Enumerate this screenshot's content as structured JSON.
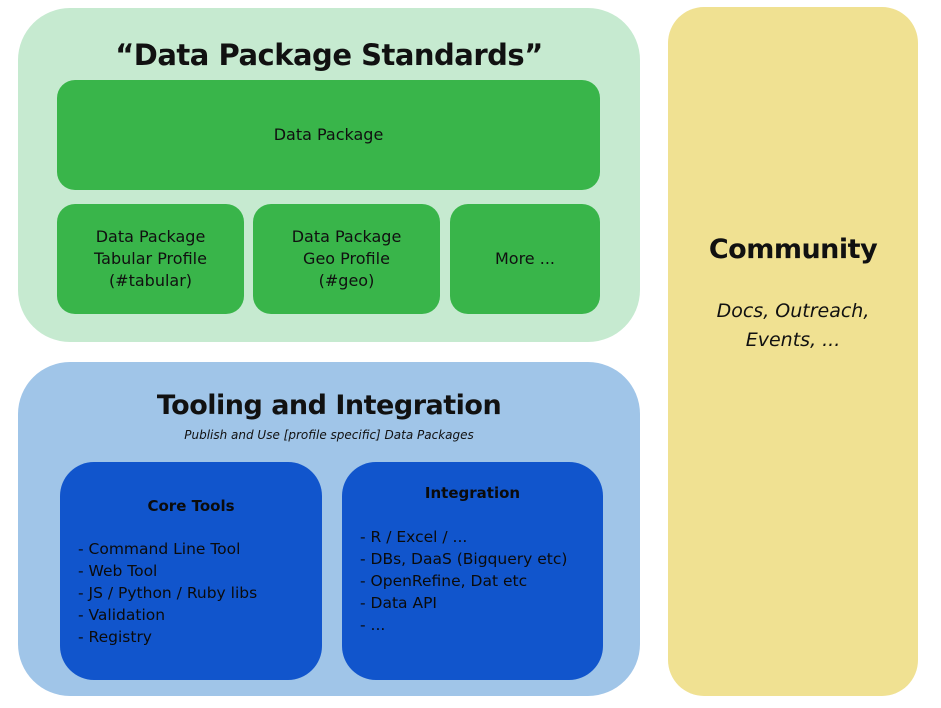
{
  "standards": {
    "title": "“Data Package Standards”",
    "main_box": "Data Package",
    "profiles": [
      {
        "label": "Data Package\nTabular Profile\n(#tabular)"
      },
      {
        "label": "Data Package\nGeo Profile\n(#geo)"
      },
      {
        "label": "More ..."
      }
    ],
    "colors": {
      "panel": "#c6ead0",
      "box": "#39b54a"
    }
  },
  "tooling": {
    "title": "Tooling and Integration",
    "subtitle": "Publish and Use [profile specific] Data Packages",
    "core_tools": {
      "title": "Core Tools",
      "items": [
        "Command Line Tool",
        "Web Tool",
        "JS / Python / Ruby libs",
        "Validation",
        "Registry"
      ]
    },
    "integration": {
      "title": "Integration",
      "items": [
        "R / Excel / ...",
        "DBs, DaaS (Bigquery etc)",
        "OpenRefine, Dat etc",
        "Data API",
        "..."
      ]
    },
    "colors": {
      "panel": "#a0c5e8",
      "box": "#1155cc"
    }
  },
  "community": {
    "title": "Community",
    "description": "Docs, Outreach,\nEvents, ...",
    "colors": {
      "panel": "#f0e192"
    }
  }
}
